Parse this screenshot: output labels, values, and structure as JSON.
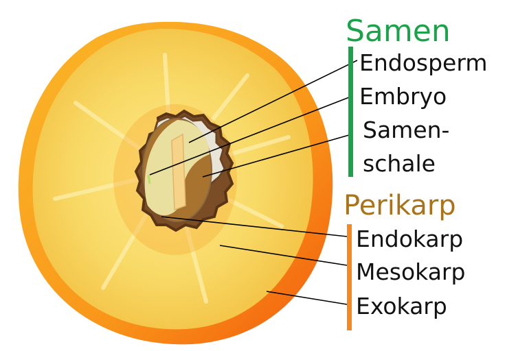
{
  "groups": [
    {
      "title": "Samen",
      "color": "#1ba24a",
      "items": [
        "Endosperm",
        "Embryo",
        "Samen-",
        "schale"
      ]
    },
    {
      "title": "Perikarp",
      "color": "#a8731a",
      "bar_color": "#f5891f",
      "items": [
        "Endokarp",
        "Mesokarp",
        "Exokarp"
      ]
    }
  ],
  "colors": {
    "exocarp": "#f7a31c",
    "mesocarp": "#f6d86a",
    "endocarp": "#e9e5d9",
    "stone": "#7a4d27",
    "seed": "#efe0a0"
  }
}
